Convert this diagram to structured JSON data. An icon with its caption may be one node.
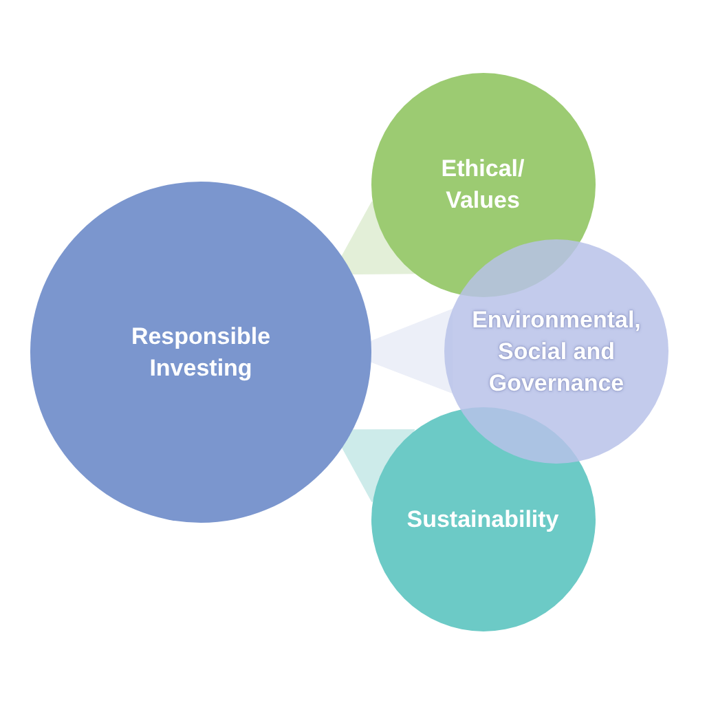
{
  "diagram": {
    "nodes": [
      {
        "text": [
          "Responsible Investing"
        ]
      },
      {
        "text": [
          "Ethical/ Values"
        ]
      },
      {
        "text": [
          "Environmental, Social and Governance"
        ]
      },
      {
        "text": [
          "Sustainability"
        ]
      }
    ],
    "edges": [
      {
        "from": 0,
        "to": 1,
        "arrow": "none",
        "color": "#e3efd8"
      },
      {
        "from": 0,
        "to": 2,
        "arrow": "none",
        "color": "#eceff8"
      },
      {
        "from": 0,
        "to": 3,
        "arrow": "none",
        "color": "#cdebea"
      }
    ]
  }
}
